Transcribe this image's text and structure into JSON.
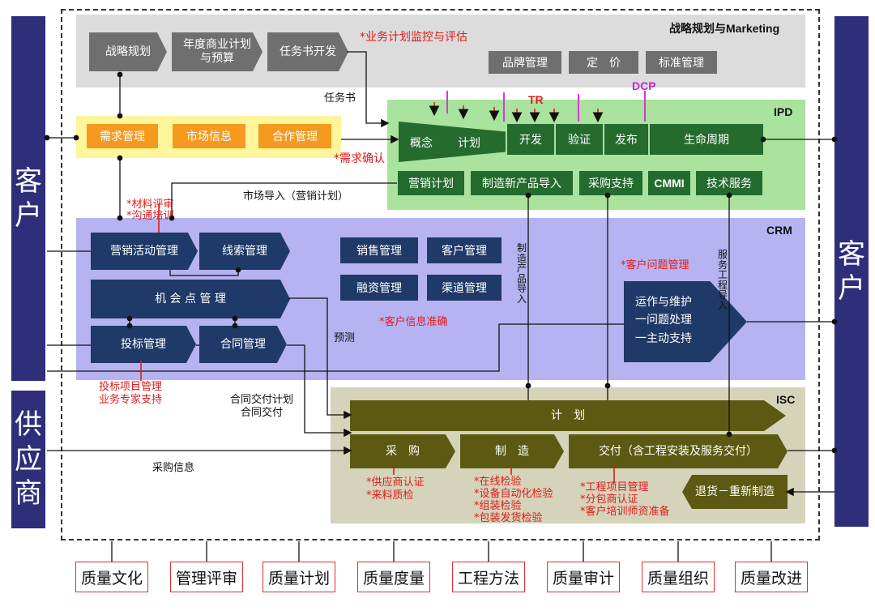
{
  "left_customer": [
    "客",
    "户"
  ],
  "left_supplier": [
    "供",
    "应",
    "商"
  ],
  "right_customer": [
    "客",
    "户"
  ],
  "strategy": {
    "title": "战略规划与Marketing",
    "steps": [
      "战略规划",
      "年度商业计划\n与预算",
      "任务书开发"
    ],
    "note": "*业务计划监控与评估",
    "boxes": [
      "品牌管理",
      "定　价",
      "标准管理"
    ]
  },
  "demand": {
    "items": [
      "需求管理",
      "市场信息",
      "合作管理"
    ]
  },
  "ipd": {
    "title": "IPD",
    "phases": [
      "概念",
      "计划",
      "开发",
      "验证",
      "发布",
      "生命周期"
    ],
    "tr": "TR",
    "dcp": "DCP",
    "support": [
      "营销计划",
      "制造新产品导入",
      "采购支持",
      "CMMI",
      "技术服务"
    ]
  },
  "labels": {
    "mission": "任务书",
    "demand_confirm": "*需求确认",
    "market_import": "市场导入（营销计划）",
    "material_review": "*材料评审\n*沟通培训",
    "forecast": "预测",
    "contract_delivery": "合同交付计划\n合同交付",
    "purchase_info": "采购信息",
    "mfg_import": "制\n造\n产\n品\n导\n入",
    "service_import": "服\n务\n工\n程\n导\n入",
    "bid_note": "投标项目管理\n业务专家支持",
    "customer_issue": "*客户问题管理",
    "customer_info": "*客户信息准确"
  },
  "crm": {
    "title": "CRM",
    "campaign": "营销活动管理",
    "lead": "线索管理",
    "opportunity": "机 会 点 管 理",
    "bid": "投标管理",
    "contract": "合同管理",
    "boxes": [
      "销售管理",
      "客户管理",
      "融资管理",
      "渠道管理"
    ],
    "ops": [
      "运作与维护",
      "一问题处理",
      "一主动支持"
    ]
  },
  "isc": {
    "title": "ISC",
    "plan": "计　划",
    "purchase": "采　购",
    "manufacture": "制　造",
    "delivery": "交付（含工程安装及服务交付）",
    "return": "退货－重新制造",
    "purchase_notes": "*供应商认证\n*来料质检",
    "mfg_notes": "*在线检验\n*设备自动化检验\n*组装检验\n*包装发货检验",
    "delivery_notes": "*工程项目管理\n*分包商认证\n*客户培训师资准备"
  },
  "quality": [
    "质量文化",
    "管理评审",
    "质量计划",
    "质量度量",
    "工程方法",
    "质量审计",
    "质量组织",
    "质量改进"
  ],
  "colors": {
    "navy": "#2e2e7a",
    "strategy_band": "#dcdcdc",
    "demand_band": "#fff59a",
    "ipd_band": "#a9e39d",
    "crm_band": "#b7b3f2",
    "isc_band": "#d5d3ba",
    "red": "#e01b1b"
  }
}
